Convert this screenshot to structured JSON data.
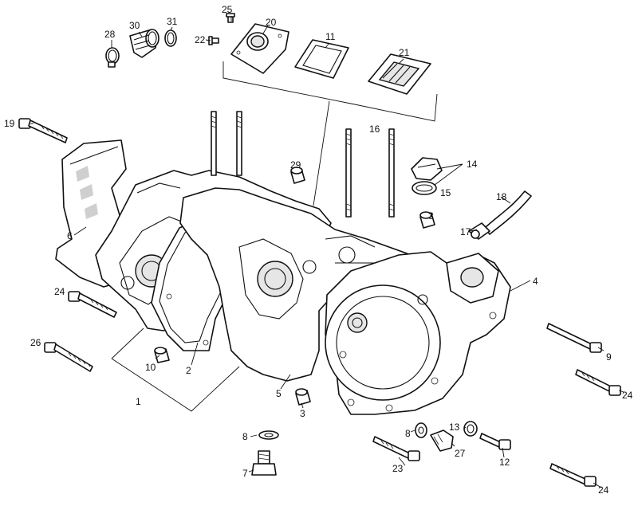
{
  "callouts": [
    {
      "id": "c25",
      "text": "25"
    },
    {
      "id": "c20",
      "text": "20"
    },
    {
      "id": "c30",
      "text": "30"
    },
    {
      "id": "c31",
      "text": "31"
    },
    {
      "id": "c28",
      "text": "28"
    },
    {
      "id": "c22",
      "text": "22"
    },
    {
      "id": "c11",
      "text": "11"
    },
    {
      "id": "c21",
      "text": "21"
    },
    {
      "id": "c19",
      "text": "19"
    },
    {
      "id": "c16",
      "text": "16"
    },
    {
      "id": "c29",
      "text": "29"
    },
    {
      "id": "c14",
      "text": "14"
    },
    {
      "id": "c15",
      "text": "15"
    },
    {
      "id": "c18",
      "text": "18"
    },
    {
      "id": "c3a",
      "text": "3"
    },
    {
      "id": "c17",
      "text": "17"
    },
    {
      "id": "c6",
      "text": "6"
    },
    {
      "id": "c4",
      "text": "4"
    },
    {
      "id": "c24a",
      "text": "24"
    },
    {
      "id": "c9",
      "text": "9"
    },
    {
      "id": "c26",
      "text": "26"
    },
    {
      "id": "c10",
      "text": "10"
    },
    {
      "id": "c2",
      "text": "2"
    },
    {
      "id": "c24b",
      "text": "24"
    },
    {
      "id": "c1",
      "text": "1"
    },
    {
      "id": "c5",
      "text": "5"
    },
    {
      "id": "c3b",
      "text": "3"
    },
    {
      "id": "c8a",
      "text": "8"
    },
    {
      "id": "c8b",
      "text": "8"
    },
    {
      "id": "c13",
      "text": "13"
    },
    {
      "id": "c27",
      "text": "27"
    },
    {
      "id": "c7",
      "text": "7"
    },
    {
      "id": "c23",
      "text": "23"
    },
    {
      "id": "c12",
      "text": "12"
    },
    {
      "id": "c24c",
      "text": "24"
    }
  ]
}
